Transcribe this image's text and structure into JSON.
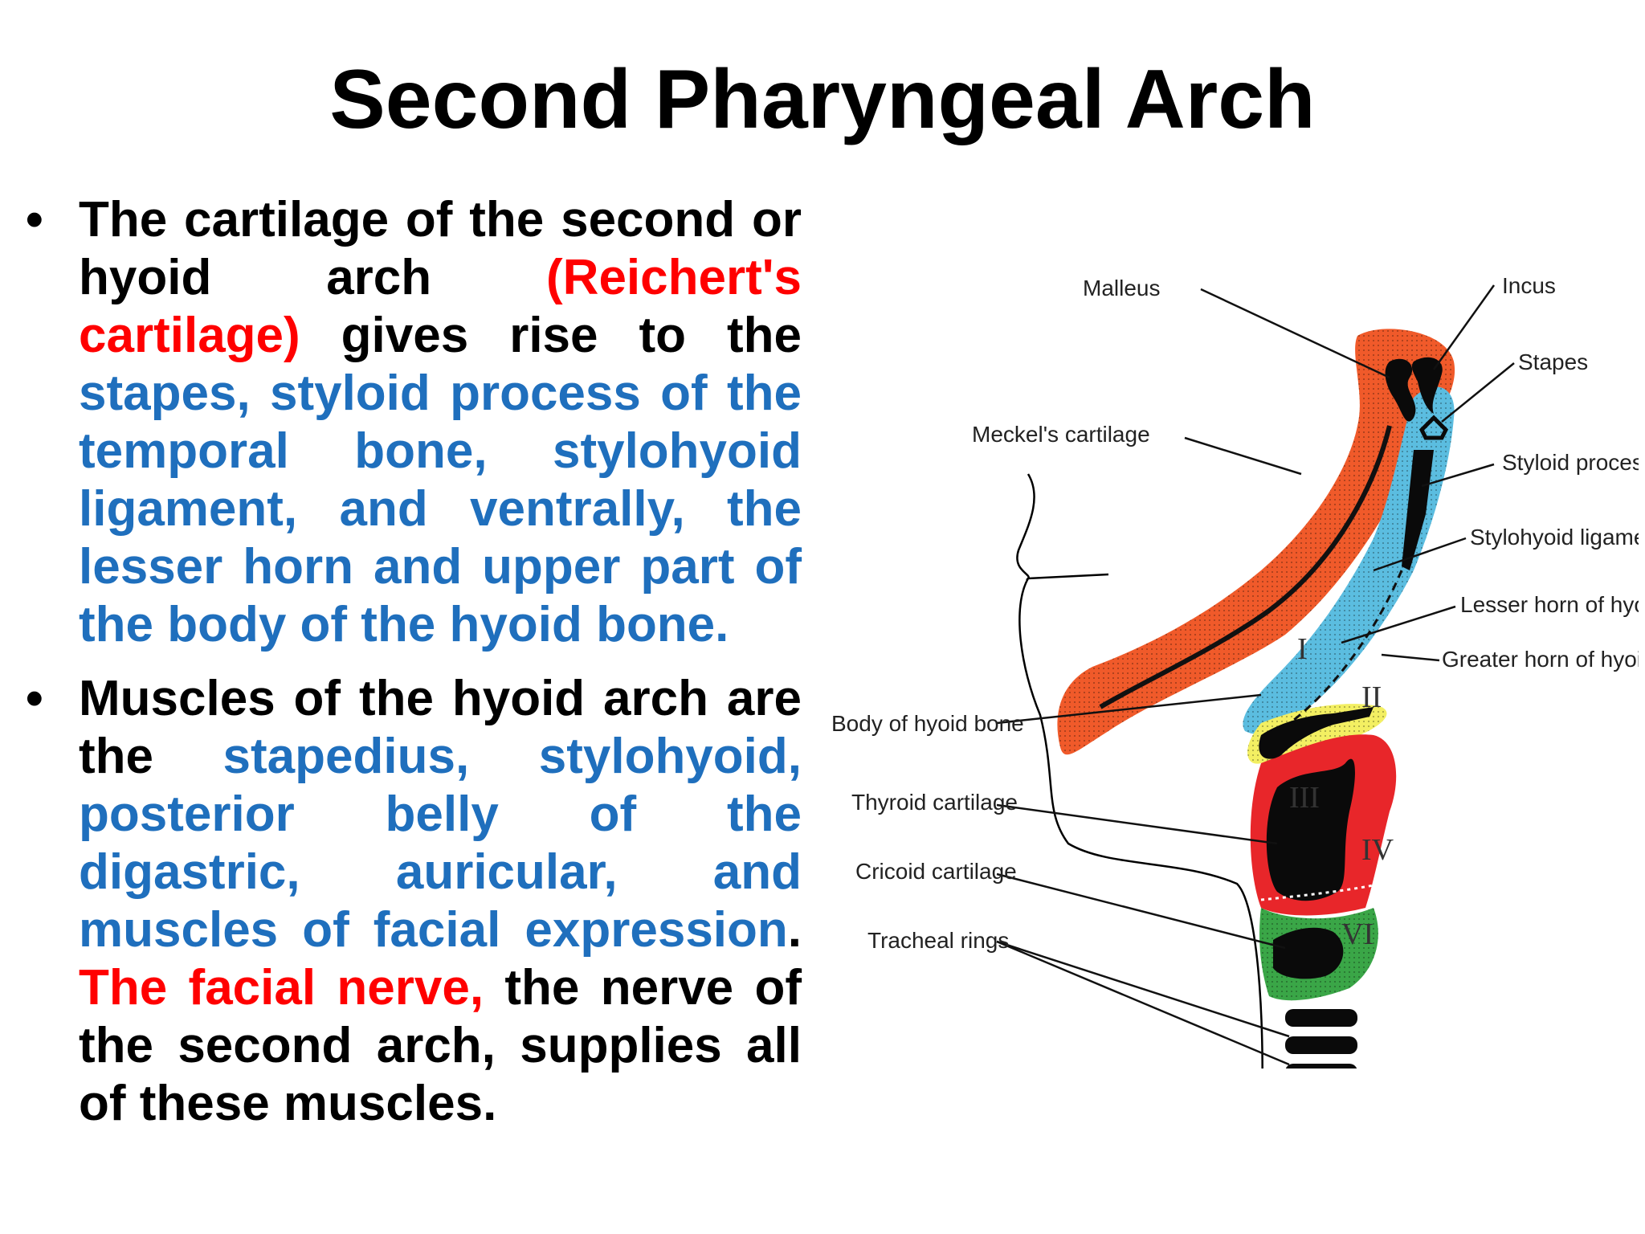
{
  "title": "Second Pharyngeal Arch",
  "bullet1": {
    "seg1": "The cartilage of the second or hyoid arch ",
    "seg2": "(Reichert's cartilage)",
    "seg3": " gives rise to the ",
    "seg4": "stapes, styloid process of the temporal bone, stylohyoid ligament, and ventrally, the lesser horn and upper part of the body of the hyoid bone."
  },
  "bullet2": {
    "seg1": "Muscles of the hyoid arch are the ",
    "seg2": "stapedius, stylohyoid, posterior belly of the digastric, auricular, and muscles of facial expression",
    "seg3": ". ",
    "seg4": "The facial nerve,",
    "seg5": " the nerve of the second arch, supplies all of these muscles."
  },
  "diagram": {
    "labels": {
      "malleus": "Malleus",
      "incus": "Incus",
      "stapes": "Stapes",
      "meckels": "Meckel's cartilage",
      "styloid": "Styloid process",
      "stylohyoid_lig": "Stylohyoid ligament",
      "lesser_horn": "Lesser horn of hyoid bone",
      "greater_horn": "Greater horn of hyoid bond",
      "body_hyoid": "Body of hyoid bone",
      "thyroid": "Thyroid cartilage",
      "cricoid": "Cricoid cartilage",
      "tracheal": "Tracheal rings"
    },
    "arches": {
      "I": "I",
      "II": "II",
      "III": "III",
      "IV": "IV",
      "VI": "VI"
    },
    "colors": {
      "arch1": "#f05a2a",
      "arch2": "#5bbde0",
      "arch3": "#f3ef62",
      "arch4": "#e8262a",
      "arch6": "#3aa647",
      "cartilage": "#0a0a0a"
    }
  }
}
